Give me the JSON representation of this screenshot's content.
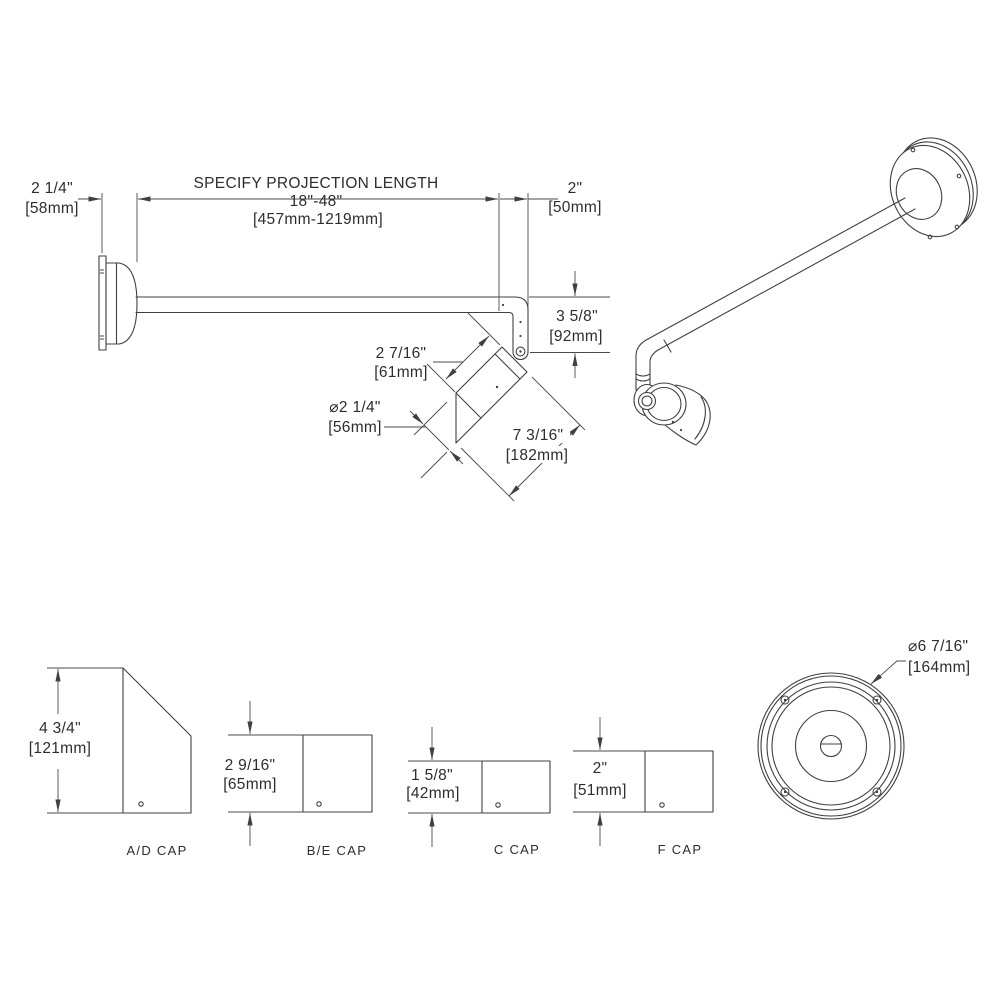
{
  "side": {
    "plate_depth_in": "2 1/4\"",
    "plate_depth_mm": "[58mm]",
    "projection_title": "SPECIFY PROJECTION LENGTH",
    "projection_range_in": "18\"-48\"",
    "projection_range_mm": "[457mm-1219mm]",
    "elbow_in": "2\"",
    "elbow_mm": "[50mm]",
    "drop_in": "3 5/8\"",
    "drop_mm": "[92mm]",
    "head_body_in": "2 7/16\"",
    "head_body_mm": "[61mm]",
    "head_dia_in": "⌀2 1/4\"",
    "head_dia_mm": "[56mm]",
    "head_len_in": "7 3/16\"",
    "head_len_mm": "[182mm]"
  },
  "back_view": {
    "dia_in": "⌀6 7/16\"",
    "dia_mm": "[164mm]"
  },
  "caps": [
    {
      "name": "A/D CAP",
      "height_in": "4 3/4\"",
      "height_mm": "[121mm]"
    },
    {
      "name": "B/E CAP",
      "height_in": "2 9/16\"",
      "height_mm": "[65mm]"
    },
    {
      "name": "C CAP",
      "height_in": "1 5/8\"",
      "height_mm": "[42mm]"
    },
    {
      "name": "F CAP",
      "height_in": "2\"",
      "height_mm": "[51mm]"
    }
  ],
  "colors": {
    "line": "#404040",
    "text": "#2d2d2d",
    "background": "#ffffff"
  }
}
